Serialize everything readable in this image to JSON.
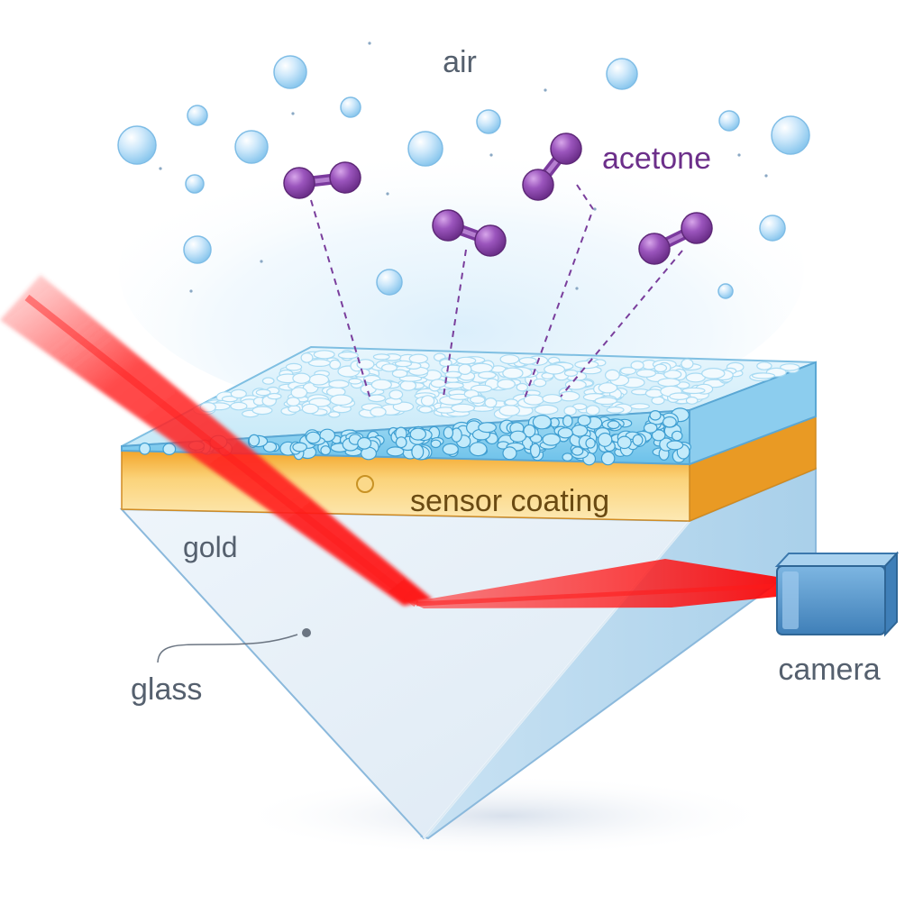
{
  "labels": {
    "air": "air",
    "acetone": "acetone",
    "sensor_coating": "sensor coating",
    "gold": "gold",
    "glass": "glass",
    "camera": "camera"
  },
  "colors": {
    "laser": "#ff2020",
    "acetone_molecule": "#8e44ad",
    "acetone_label": "#6c2f8a",
    "sensor_coating_label": "#6a4a12",
    "gold_layer": "#f6b03e",
    "coating_layer": "#8fd3ef",
    "glass": "#e6f1f9",
    "camera_body": "#5b9bd0",
    "label_gray": "#55606e"
  },
  "icons": {
    "air_bubble": "air-bubble-icon",
    "molecule": "acetone-molecule-icon",
    "camera": "camera-icon"
  }
}
